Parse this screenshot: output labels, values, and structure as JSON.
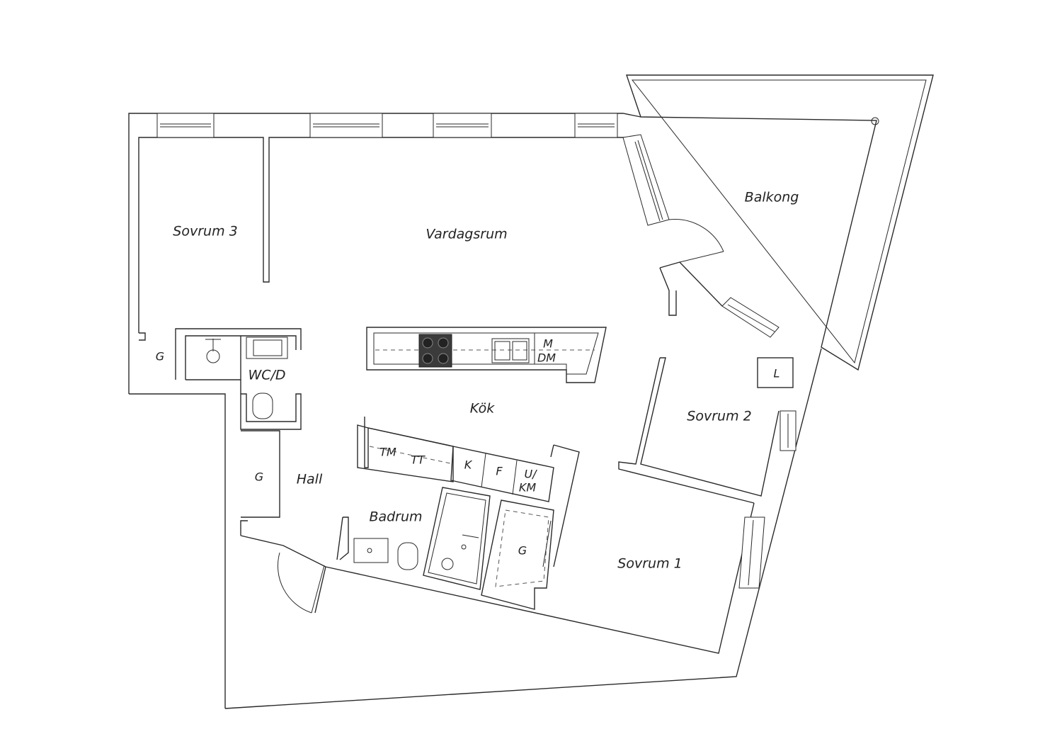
{
  "rooms": {
    "balkong": "Balkong",
    "vardagsrum": "Vardagsrum",
    "sovrum3": "Sovrum 3",
    "sovrum2": "Sovrum 2",
    "sovrum1": "Sovrum 1",
    "kok": "Kök",
    "hall": "Hall",
    "badrum": "Badrum",
    "wcd": "WC/D"
  },
  "fixtures": {
    "g_sovrum3": "G",
    "g_hall": "G",
    "g_sovrum1": "G",
    "l": "L",
    "m": "M",
    "dm": "DM",
    "tm": "TM",
    "tt": "TT",
    "k": "K",
    "f": "F",
    "u": "U/",
    "km": "KM"
  }
}
